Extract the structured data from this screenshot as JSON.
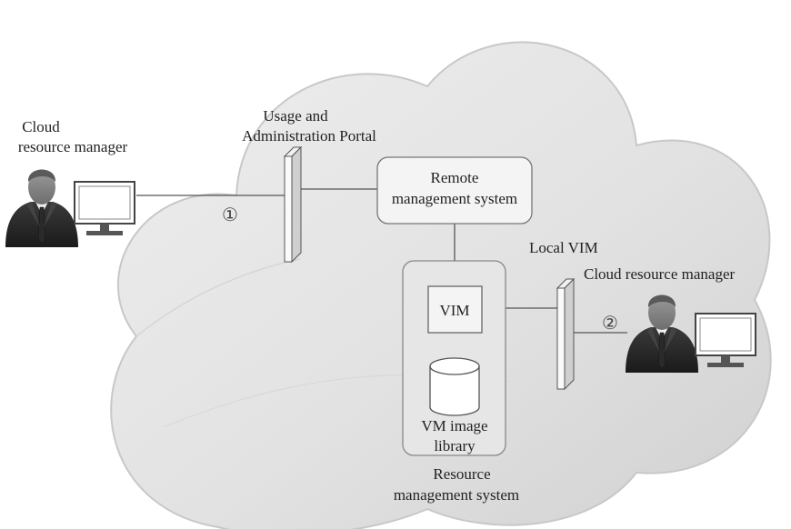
{
  "labels": {
    "left_manager_line1": "Cloud",
    "left_manager_line2": "resource manager",
    "portal_line1": "Usage and",
    "portal_line2": "Administration Portal",
    "remote_line1": "Remote",
    "remote_line2": "management system",
    "local_vim": "Local VIM",
    "right_manager": "Cloud resource manager",
    "vim": "VIM",
    "vm_library_line1": "VM image",
    "vm_library_line2": "library",
    "resource_line1": "Resource",
    "resource_line2": "management system",
    "marker_1": "①",
    "marker_2": "②"
  }
}
